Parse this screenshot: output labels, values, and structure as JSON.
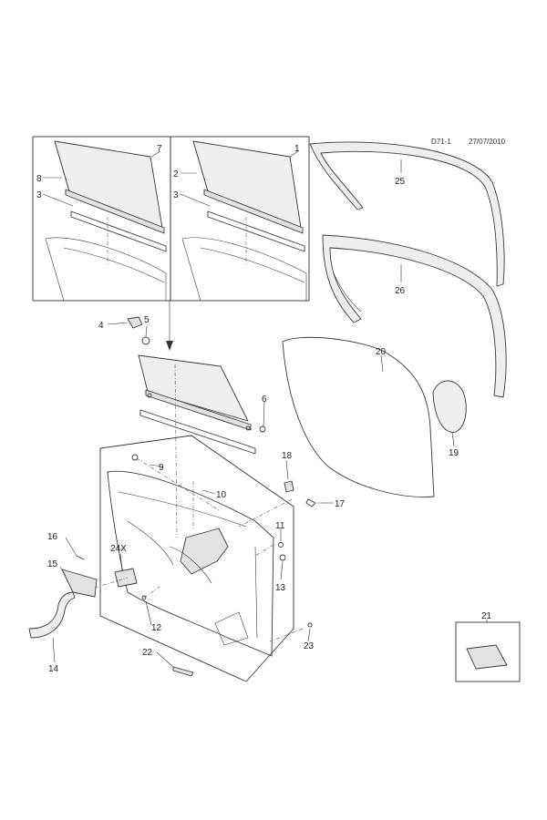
{
  "header": {
    "code": "D71-1",
    "date": "27/07/2010"
  },
  "callouts": [
    "1",
    "2",
    "3",
    "3",
    "4",
    "5",
    "6",
    "7",
    "8",
    "9",
    "10",
    "11",
    "12",
    "13",
    "14",
    "15",
    "16",
    "17",
    "18",
    "19",
    "20",
    "21",
    "22",
    "23",
    "24X",
    "25",
    "26"
  ]
}
